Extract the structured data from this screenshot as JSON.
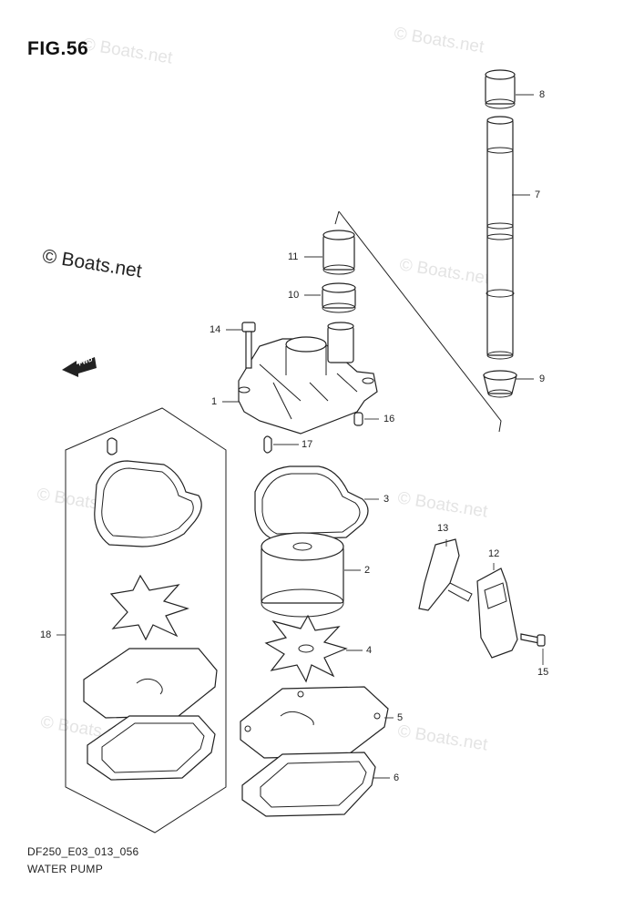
{
  "figure": {
    "title": "FIG.56"
  },
  "watermark": {
    "text": "© Boats.net"
  },
  "footer": {
    "code": "DF250_E03_013_056",
    "caption": "WATER PUMP"
  },
  "fwd_arrow": {
    "text": "FWD"
  },
  "callouts": {
    "c1": "1",
    "c2": "2",
    "c3": "3",
    "c4": "4",
    "c5": "5",
    "c6": "6",
    "c7": "7",
    "c8": "8",
    "c9": "9",
    "c10": "10",
    "c11": "11",
    "c12": "12",
    "c13": "13",
    "c14": "14",
    "c15": "15",
    "c16": "16",
    "c17": "17",
    "c18": "18"
  }
}
